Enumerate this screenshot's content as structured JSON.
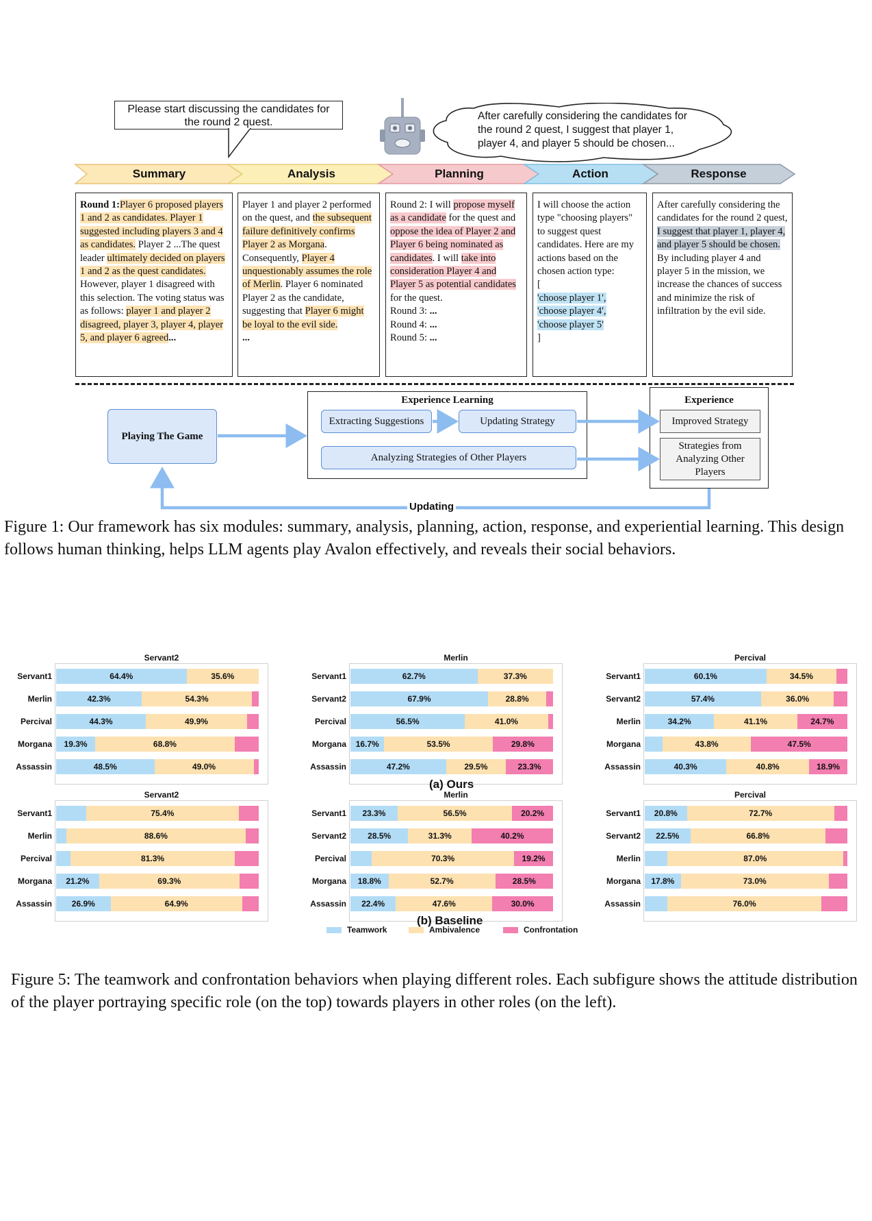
{
  "figure1": {
    "leader_prompt": "Please start discussing the candidates for the round 2 quest.",
    "agent_reply": "After carefully considering the candidates for the round 2 quest, I suggest that player 1, player 4, and player 5 should be chosen...",
    "stages": [
      "Summary",
      "Analysis",
      "Planning",
      "Action",
      "Response"
    ],
    "stage_colors": [
      "#fde8b8",
      "#fdefb8",
      "#f6c9cc",
      "#b7dff3",
      "#c5cfd9"
    ],
    "summary": {
      "p1": "Round 1:",
      "p2": "Player 6 proposed players 1 and 2 as candidates. Player 1 suggested including players 3 and 4 as candidates.",
      "p3": "Player 2 ...The quest leader",
      "p4": "ultimately decided on players 1 and 2 as the quest candidates.",
      "p5": "However, player 1 disagreed with this selection. The voting status was as follows:",
      "p6": "player 1 and player 2 disagreed, player 3, player 4, player 5, and player 6 agreed",
      "p7": "..."
    },
    "analysis": {
      "p1": "Player 1 and player 2 performed on the quest, and",
      "p2": "the subsequent failure definitively confirms Player 2 as Morgana",
      "p3": ". Consequently,",
      "p4": "Player 4 unquestionably assumes the role of Merlin",
      "p5": ". Player 6 nominated Player 2 as the candidate, suggesting that",
      "p6": "Player 6 might be loyal to the evil side.",
      "p7": "..."
    },
    "planning": {
      "p1": "Round 2: I will",
      "p2": "propose myself as a candidate",
      "p3": "for the quest and",
      "p4": "oppose the idea of Player 2 and Player 6 being nominated as candidates",
      "p5": ". I will",
      "p6": "take into consideration Player 4 and Player 5 as potential candidates",
      "p7": "for the quest.",
      "r3": "Round 3:",
      "r4": "Round 4:",
      "r5": "Round 5:",
      "ell": "..."
    },
    "action": {
      "p1": "I will choose the action type \"choosing players\" to suggest quest candidates. Here are my actions based on the chosen action type:",
      "open": "[",
      "a1": "'choose player 1',",
      "a2": "'choose player 4',",
      "a3": "'choose player 5'",
      "close": "]"
    },
    "response": {
      "p1": "After carefully considering the candidates for the round 2 quest,",
      "p2": "I suggest that player 1, player 4, and player 5 should be chosen.",
      "p3": "By including player 4 and player 5 in the mission, we increase the chances of success and minimize the risk of infiltration by the evil side."
    },
    "flow": {
      "playing": "Playing The Game",
      "exp_learning_title": "Experience Learning",
      "extracting": "Extracting Suggestions",
      "updating_strategy": "Updating Strategy",
      "analyzing": "Analyzing Strategies of Other Players",
      "experience_title": "Experience",
      "improved": "Improved Strategy",
      "strategies_from": "Strategies from Analyzing Other Players",
      "updating": "Updating"
    },
    "caption": "Figure 1: Our framework has six modules: summary, analysis, planning, action, response, and experiential learning. This design follows human thinking, helps LLM agents play Avalon effectively, and reveals their social behaviors."
  },
  "figure5": {
    "colors": {
      "teamwork": "#b2dcf6",
      "ambivalence": "#fde1b0",
      "confrontation": "#f37eb0"
    },
    "legend": [
      "Teamwork",
      "Ambivalence",
      "Confrontation"
    ],
    "sublabel_a": "(a) Ours",
    "sublabel_b": "(b) Baseline",
    "caption": "Figure 5: The teamwork and confrontation behaviors when playing different roles. Each subfigure shows the attitude distribution of the player portraying specific role (on the top) towards players in other roles (on the left)."
  },
  "chart_data": [
    {
      "type": "bar",
      "stacked": true,
      "orientation": "horizontal",
      "title": "Servant2",
      "group": "(a) Ours",
      "categories": [
        "Servant1",
        "Merlin",
        "Percival",
        "Morgana",
        "Assassin"
      ],
      "series": [
        {
          "name": "Teamwork",
          "values": [
            64.4,
            42.3,
            44.3,
            19.3,
            48.5
          ],
          "labels": [
            "64.4%",
            "42.3%",
            "44.3%",
            "19.3%",
            "48.5%"
          ]
        },
        {
          "name": "Ambivalence",
          "values": [
            35.6,
            54.3,
            49.9,
            68.8,
            49.0
          ],
          "labels": [
            "35.6%",
            "54.3%",
            "49.9%",
            "68.8%",
            "49.0%"
          ]
        },
        {
          "name": "Confrontation",
          "values": [
            0.0,
            3.4,
            5.8,
            11.9,
            2.5
          ],
          "labels": [
            "",
            "",
            "",
            "",
            ""
          ]
        }
      ]
    },
    {
      "type": "bar",
      "stacked": true,
      "orientation": "horizontal",
      "title": "Merlin",
      "group": "(a) Ours",
      "categories": [
        "Servant1",
        "Servant2",
        "Percival",
        "Morgana",
        "Assassin"
      ],
      "series": [
        {
          "name": "Teamwork",
          "values": [
            62.7,
            67.9,
            56.5,
            16.7,
            47.2
          ],
          "labels": [
            "62.7%",
            "67.9%",
            "56.5%",
            "16.7%",
            "47.2%"
          ]
        },
        {
          "name": "Ambivalence",
          "values": [
            37.3,
            28.8,
            41.0,
            53.5,
            29.5
          ],
          "labels": [
            "37.3%",
            "28.8%",
            "41.0%",
            "53.5%",
            "29.5%"
          ]
        },
        {
          "name": "Confrontation",
          "values": [
            0.0,
            3.3,
            2.5,
            29.8,
            23.3
          ],
          "labels": [
            "",
            "",
            "",
            "29.8%",
            "23.3%"
          ]
        }
      ]
    },
    {
      "type": "bar",
      "stacked": true,
      "orientation": "horizontal",
      "title": "Percival",
      "group": "(a) Ours",
      "categories": [
        "Servant1",
        "Servant2",
        "Merlin",
        "Morgana",
        "Assassin"
      ],
      "series": [
        {
          "name": "Teamwork",
          "values": [
            60.1,
            57.4,
            34.2,
            8.7,
            40.3
          ],
          "labels": [
            "60.1%",
            "57.4%",
            "34.2%",
            "",
            "40.3%"
          ]
        },
        {
          "name": "Ambivalence",
          "values": [
            34.5,
            36.0,
            41.1,
            43.8,
            40.8
          ],
          "labels": [
            "34.5%",
            "36.0%",
            "41.1%",
            "43.8%",
            "40.8%"
          ]
        },
        {
          "name": "Confrontation",
          "values": [
            5.4,
            6.6,
            24.7,
            47.5,
            18.9
          ],
          "labels": [
            "",
            "",
            "24.7%",
            "47.5%",
            "18.9%"
          ]
        }
      ]
    },
    {
      "type": "bar",
      "stacked": true,
      "orientation": "horizontal",
      "title": "Servant2",
      "group": "(b) Baseline",
      "categories": [
        "Servant1",
        "Merlin",
        "Percival",
        "Morgana",
        "Assassin"
      ],
      "series": [
        {
          "name": "Teamwork",
          "values": [
            14.8,
            5.0,
            7.0,
            21.2,
            26.9
          ],
          "labels": [
            "",
            "",
            "",
            "21.2%",
            "26.9%"
          ]
        },
        {
          "name": "Ambivalence",
          "values": [
            75.4,
            88.6,
            81.3,
            69.3,
            64.9
          ],
          "labels": [
            "75.4%",
            "88.6%",
            "81.3%",
            "69.3%",
            "64.9%"
          ]
        },
        {
          "name": "Confrontation",
          "values": [
            9.8,
            6.4,
            11.7,
            9.5,
            8.2
          ],
          "labels": [
            "",
            "",
            "",
            "",
            ""
          ]
        }
      ]
    },
    {
      "type": "bar",
      "stacked": true,
      "orientation": "horizontal",
      "title": "Merlin",
      "group": "(b) Baseline",
      "categories": [
        "Servant1",
        "Servant2",
        "Percival",
        "Morgana",
        "Assassin"
      ],
      "series": [
        {
          "name": "Teamwork",
          "values": [
            23.3,
            28.5,
            10.5,
            18.8,
            22.4
          ],
          "labels": [
            "23.3%",
            "28.5%",
            "",
            "18.8%",
            "22.4%"
          ]
        },
        {
          "name": "Ambivalence",
          "values": [
            56.5,
            31.3,
            70.3,
            52.7,
            47.6
          ],
          "labels": [
            "56.5%",
            "31.3%",
            "70.3%",
            "52.7%",
            "47.6%"
          ]
        },
        {
          "name": "Confrontation",
          "values": [
            20.2,
            40.2,
            19.2,
            28.5,
            30.0
          ],
          "labels": [
            "20.2%",
            "40.2%",
            "19.2%",
            "28.5%",
            "30.0%"
          ]
        }
      ]
    },
    {
      "type": "bar",
      "stacked": true,
      "orientation": "horizontal",
      "title": "Percival",
      "group": "(b) Baseline",
      "categories": [
        "Servant1",
        "Servant2",
        "Merlin",
        "Morgana",
        "Assassin"
      ],
      "series": [
        {
          "name": "Teamwork",
          "values": [
            20.8,
            22.5,
            11.0,
            17.8,
            11.2
          ],
          "labels": [
            "20.8%",
            "22.5%",
            "",
            "17.8%",
            ""
          ]
        },
        {
          "name": "Ambivalence",
          "values": [
            72.7,
            66.8,
            87.0,
            73.0,
            76.0
          ],
          "labels": [
            "72.7%",
            "66.8%",
            "87.0%",
            "73.0%",
            "76.0%"
          ]
        },
        {
          "name": "Confrontation",
          "values": [
            6.5,
            10.7,
            2.0,
            9.2,
            12.8
          ],
          "labels": [
            "",
            "",
            "",
            "",
            ""
          ]
        }
      ]
    }
  ]
}
